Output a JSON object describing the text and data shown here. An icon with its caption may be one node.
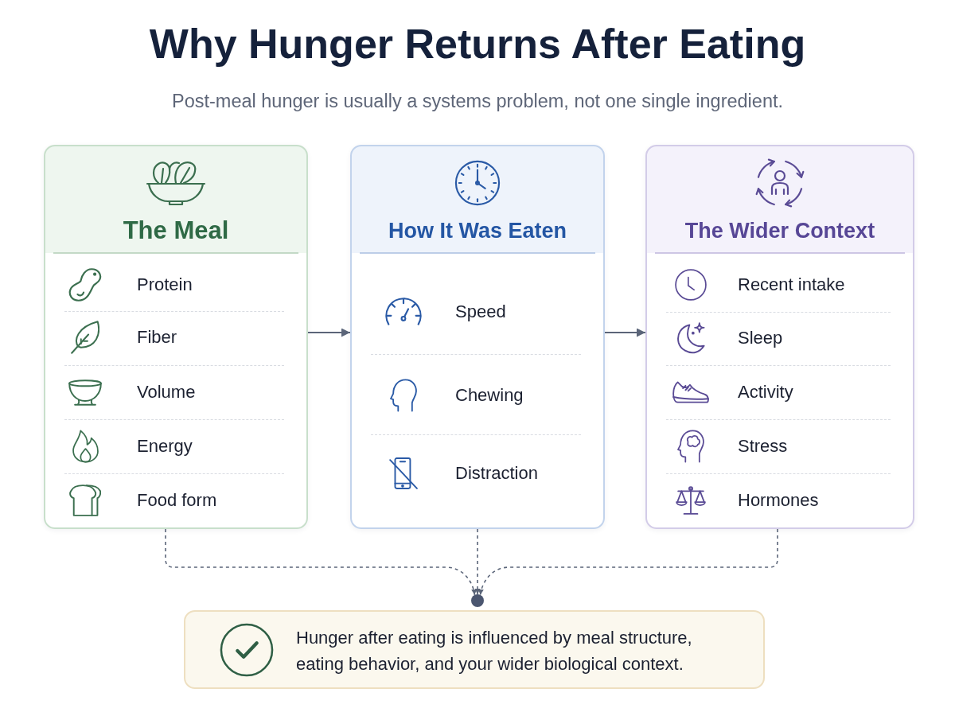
{
  "diagram": {
    "title": "Why Hunger Returns After Eating",
    "nodes": [
      {
        "text": [
          "The Meal",
          "Protein",
          "Fiber",
          "Volume",
          "Energy",
          "Food form"
        ]
      },
      {
        "text": [
          "How It Was Eaten",
          "Speed",
          "Chewing",
          "Distraction"
        ]
      },
      {
        "text": [
          "The Wider Context",
          "Recent intake",
          "Sleep",
          "Activity",
          "Stress",
          "Hormones"
        ]
      },
      {
        "text": [],
        "shape": "circle"
      },
      {
        "text": [
          "Hunger after eating is influenced by meal structure, eating behavior, and your wider biological context."
        ]
      }
    ],
    "edges": [
      {
        "from": 0,
        "to": 1,
        "arrow": "to"
      },
      {
        "from": 1,
        "to": 2,
        "arrow": "to"
      },
      {
        "from": 0,
        "to": 3,
        "arrow": "to",
        "style": "dashed"
      },
      {
        "from": 1,
        "to": 3,
        "arrow": "to",
        "style": "dashed"
      },
      {
        "from": 2,
        "to": 3,
        "arrow": "to",
        "style": "dashed"
      }
    ],
    "labels": [
      "Post-meal hunger is usually a systems problem, not one single ingredient."
    ]
  }
}
